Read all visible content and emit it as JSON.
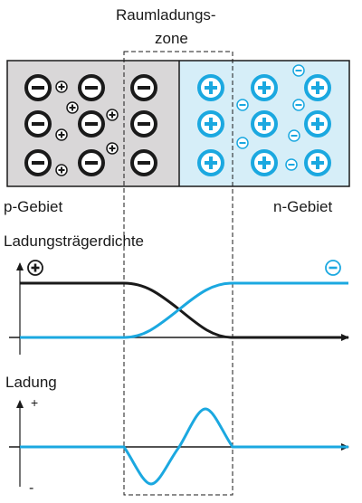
{
  "title": {
    "line1": "Raumladungs-",
    "line2": "zone"
  },
  "regions": {
    "p_label": "p-Gebiet",
    "n_label": "n-Gebiet"
  },
  "graph_density": {
    "title": "Ladungsträgerdichte",
    "icon_plus": "plus-circle-icon",
    "icon_minus": "minus-circle-icon"
  },
  "graph_charge": {
    "title": "Ladung",
    "plus_sign": "+",
    "minus_sign": "-"
  },
  "colors": {
    "p_region": "#d9d7d8",
    "n_region": "#d6eef8",
    "cyan": "#1ba8e0",
    "dark": "#1a1a1a"
  }
}
